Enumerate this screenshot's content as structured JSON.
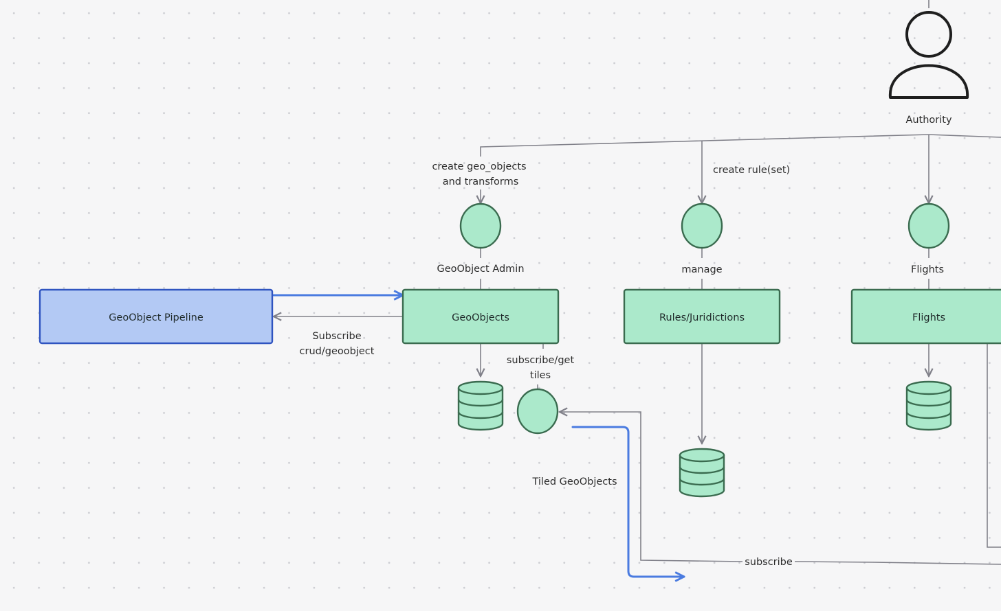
{
  "diagram": {
    "actor": {
      "label": "Authority",
      "icon": "person-icon"
    },
    "boxes": {
      "pipeline": "GeoObject Pipeline",
      "geoobjects": "GeoObjects",
      "rules": "Rules/Juridictions",
      "flights": "Flights"
    },
    "interfaces": {
      "geoobject_admin": "GeoObject Admin",
      "manage": "manage",
      "flights": "Flights",
      "tiles_line1": "subscribe/get",
      "tiles_line2": "tiles"
    },
    "edges": {
      "create_geo_line1": "create geo_objects",
      "create_geo_line2": "and transforms",
      "create_rules": "create rule(set)",
      "subscribe_crud_line1": "Subscribe",
      "subscribe_crud_line2": "crud/geoobject",
      "tiled": "Tiled GeoObjects",
      "subscribe": "subscribe"
    },
    "colors": {
      "green_fill": "#abe9cb",
      "green_stroke": "#3a6b4f",
      "blue_fill": "#b3c9f4",
      "blue_stroke": "#2f54c0",
      "blue_arrow": "#4a7be0",
      "connector": "#808089"
    }
  }
}
